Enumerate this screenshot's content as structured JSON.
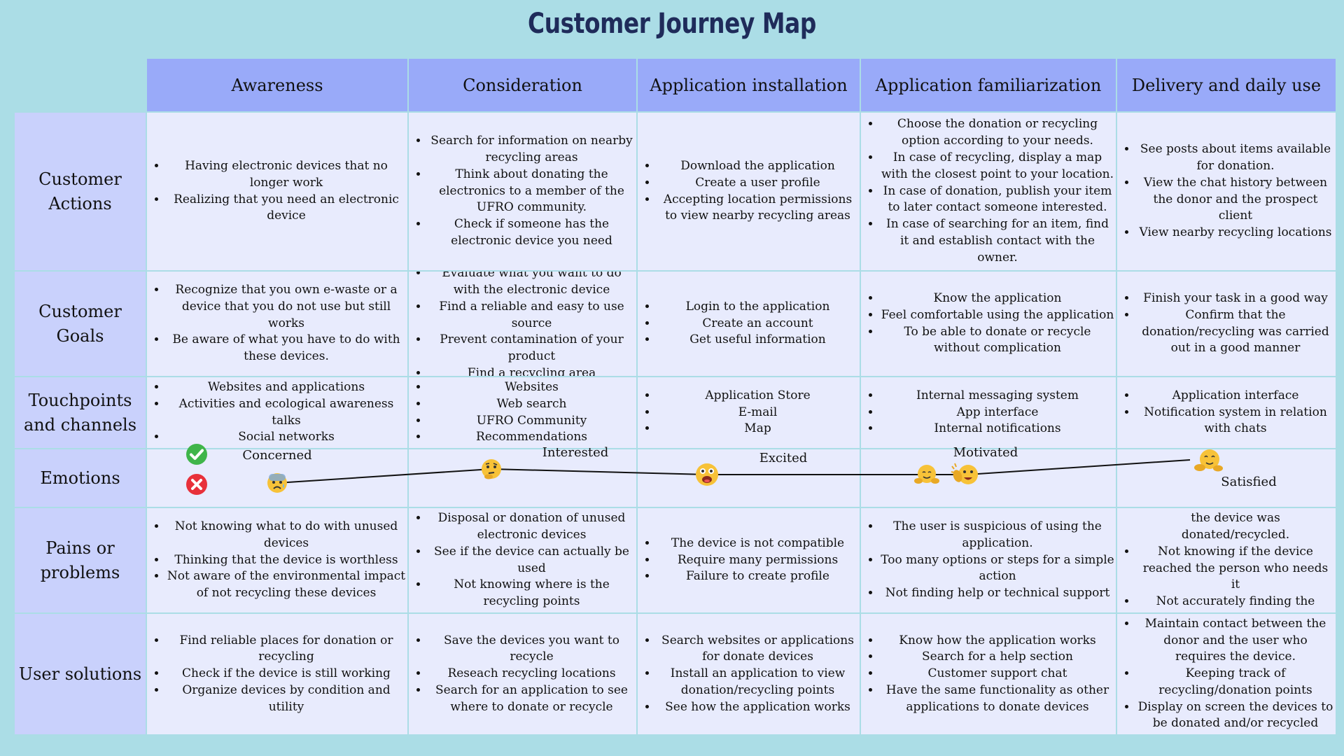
{
  "title": "Customer Journey Map",
  "stages": [
    "Awareness",
    "Consideration",
    "Application installation",
    "Application familiarization",
    "Delivery and daily use"
  ],
  "row_labels": {
    "actions": "Customer Actions",
    "goals": "Customer Goals",
    "touchpoints": "Touchpoints and channels",
    "emotions": "Emotions",
    "pains": "Pains or problems",
    "solutions": "User solutions"
  },
  "actions": [
    [
      "Having electronic devices that no longer work",
      "Realizing that you need an electronic device"
    ],
    [
      "Search for information on nearby recycling areas",
      "Think about donating the electronics to a member of the UFRO community.",
      "Check if someone has the electronic device you need"
    ],
    [
      "Download the application",
      "Create a user profile",
      "Accepting location permissions to view nearby recycling areas"
    ],
    [
      "Choose the donation or recycling option according to your needs.",
      "In case of recycling, display a map with the closest point to your location.",
      "In case of donation, publish your item to later contact someone interested.",
      "In case of searching for an item, find it and establish contact with the owner."
    ],
    [
      "See posts about items available for donation.",
      "View the chat history between the donor and the prospect client",
      "View nearby recycling locations"
    ]
  ],
  "goals": [
    [
      "Recognize that you own e-waste or a device that you do not use but still works",
      "Be aware of what you have to do with these devices."
    ],
    [
      "Evaluate what you want to do with the electronic device",
      "Find a reliable and easy to use source",
      "Prevent contamination of your product",
      "Find a recycling area"
    ],
    [
      "Login to the application",
      "Create an account",
      "Get useful information"
    ],
    [
      "Know the application",
      "Feel comfortable using the application",
      "To be able to donate or recycle without complication"
    ],
    [
      "Finish your task in a good way",
      "Confirm that the donation/recycling was carried out in a good manner"
    ]
  ],
  "touchpoints": [
    [
      "Websites and applications",
      "Activities and ecological awareness talks",
      "Social networks"
    ],
    [
      "Websites",
      "Web search",
      "UFRO Community",
      "Recommendations"
    ],
    [
      "Application Store",
      "E-mail",
      "Map"
    ],
    [
      "Internal messaging system",
      "App interface",
      "Internal notifications"
    ],
    [
      "Application interface",
      "Notification system in relation with chats"
    ]
  ],
  "emotions": [
    "Concerned",
    "Interested",
    "Excited",
    "Motivated",
    "Satisfied"
  ],
  "pains": [
    [
      "Not knowing what to do with unused devices",
      "Thinking that the device is worthless",
      "Not aware of the environmental impact of not recycling these devices"
    ],
    [
      "Disposal or donation of unused electronic devices",
      "See if the device can actually be used",
      "Not knowing where is the recycling points"
    ],
    [
      "The device is not compatible",
      "Require many permissions",
      "Failure to create profile"
    ],
    [
      "The user is suspicious of using the application.",
      "Too many options or steps for a simple action",
      "Not finding help or technical support"
    ],
    [
      "The application does not show if the device was donated/recycled.",
      "Not knowing if the device reached the person who needs it",
      "Not accurately finding the recycling points"
    ]
  ],
  "solutions": [
    [
      "Find reliable places for donation or recycling",
      "Check if the device is still working",
      "Organize devices by condition and utility"
    ],
    [
      "Save the devices you want to recycle",
      "Reseach recycling locations",
      "Search for an application to see where to donate or recycle"
    ],
    [
      "Search websites or applications for donate devices",
      "Install an application to view donation/recycling points",
      "See how the application works"
    ],
    [
      "Know how the application works",
      "Search for a help section",
      "Customer support chat",
      "Have the same functionality as other applications to donate devices"
    ],
    [
      "Maintain contact between the donor and the user who requires the device.",
      "Keeping track of recycling/donation points",
      "Display on screen the devices to be donated and/or recycled"
    ]
  ],
  "colors": {
    "background": "#abdde6",
    "header": "#99aaf9",
    "row_label": "#c9d1fc",
    "cell": "#e8ebfd",
    "title": "#1f2b5a",
    "check": "#3fb54a",
    "cross": "#e8303a",
    "emoji": "#f7c238"
  },
  "icons": [
    "check-icon",
    "cross-icon",
    "anxious-face-icon",
    "thinking-face-icon",
    "excited-face-icon",
    "clapping-face-icon",
    "hugging-face-icon"
  ]
}
